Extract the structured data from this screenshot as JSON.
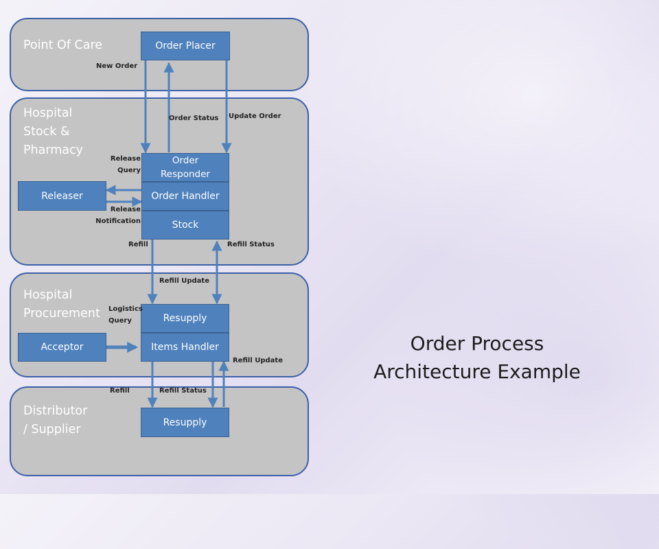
{
  "title": "Order Process\nArchitecture Example",
  "panels": {
    "point_of_care": "Point Of Care",
    "hospital_stock": "Hospital\nStock &\nPharmacy",
    "procurement": "Hospital\nProcurement",
    "distributor": "Distributor\n/ Supplier"
  },
  "boxes": {
    "order_placer": "Order Placer",
    "order_responder": "Order\nResponder",
    "order_handler": "Order Handler",
    "stock": "Stock",
    "releaser": "Releaser",
    "resupply_procurement": "Resupply",
    "items_handler": "Items Handler",
    "acceptor": "Acceptor",
    "resupply_distributor": "Resupply"
  },
  "labels": {
    "new_order": "New Order",
    "order_status": "Order Status",
    "update_order": "Update Order",
    "release_query": "Release\nQuery",
    "release_notification": "Release\nNotification",
    "refill_1": "Refill",
    "refill_status_1": "Refill Status",
    "refill_update_1": "Refill Update",
    "logistics_query": "Logistics\nQuery",
    "refill_update_2": "Refill Update",
    "refill_2": "Refill",
    "refill_status_2": "Refill Status"
  },
  "colors": {
    "panel_fill": "#c4c4c4",
    "panel_border": "#3a60a8",
    "box_fill": "#4f81bd",
    "arrow": "#4f81bd"
  }
}
